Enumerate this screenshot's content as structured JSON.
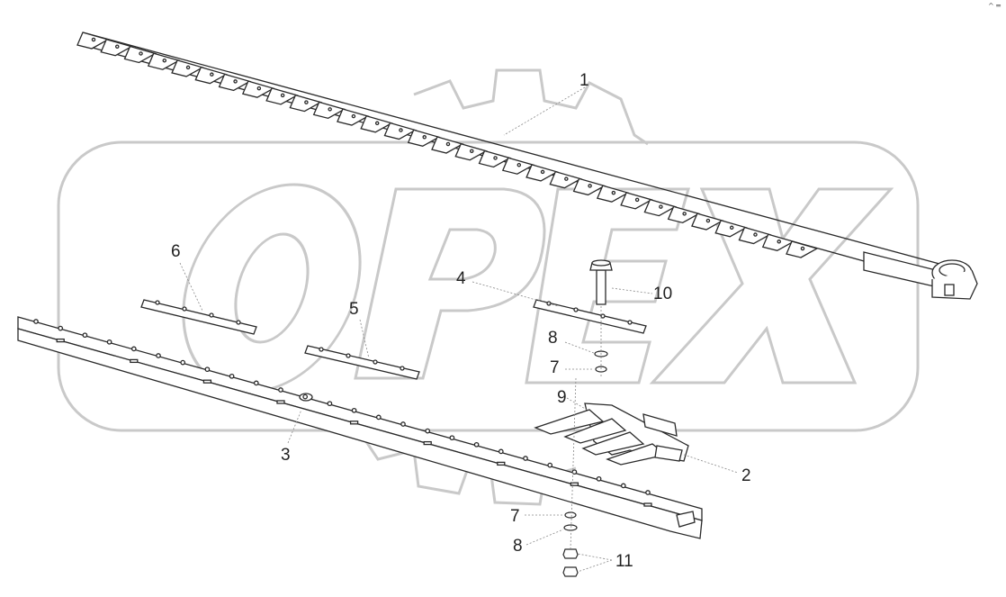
{
  "watermark": {
    "text": "OPEX",
    "color": "#c8c8c8"
  },
  "line_color": "#2a2a2a",
  "corner_mark": "^ ═",
  "callouts": {
    "c1": "1",
    "c2": "2",
    "c3": "3",
    "c4": "4",
    "c5": "5",
    "c6": "6",
    "c7a": "7",
    "c7b": "7",
    "c8a": "8",
    "c8b": "8",
    "c9": "9",
    "c10": "10",
    "c11": "11"
  }
}
